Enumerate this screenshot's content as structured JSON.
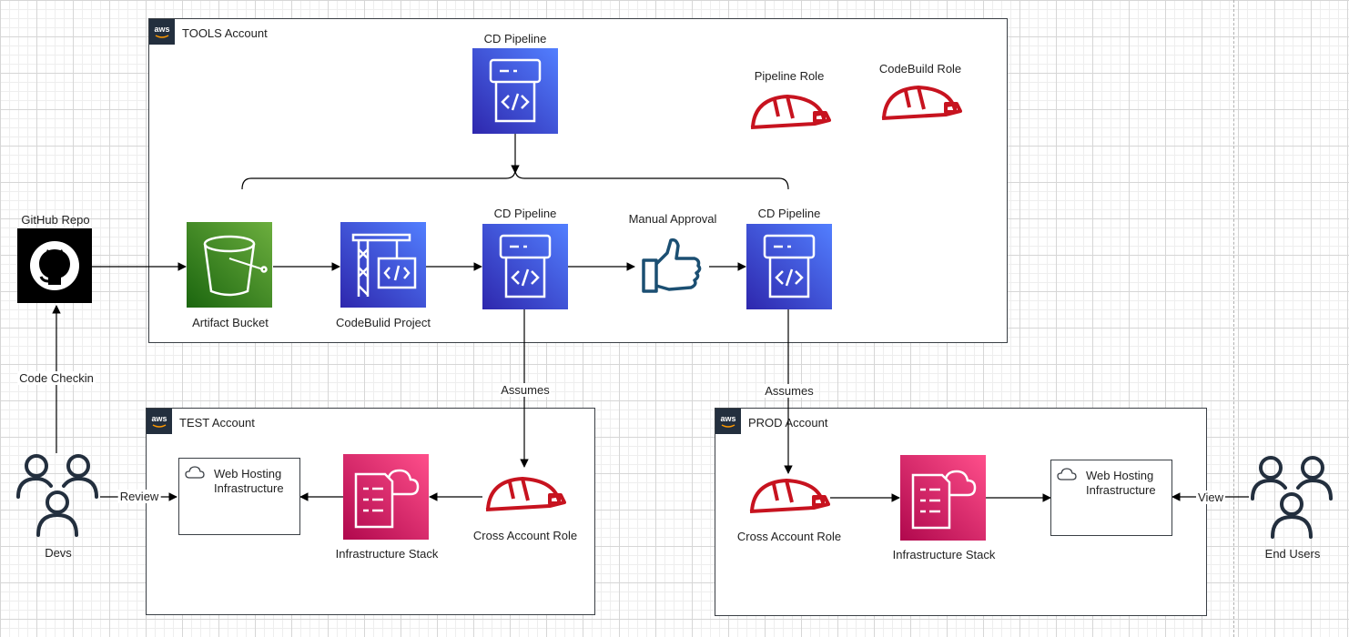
{
  "accounts": {
    "tools": "TOOLS Account",
    "test": "TEST Account",
    "prod": "PROD Account"
  },
  "nodes": {
    "github_repo": "GitHub Repo",
    "code_checkin": "Code Checkin",
    "devs": "Devs",
    "review": "Review",
    "artifact_bucket": "Artifact Bucket",
    "codebuild_project": "CodeBulid Project",
    "cd_pipeline_top": "CD Pipeline",
    "cd_pipeline_test": "CD Pipeline",
    "cd_pipeline_prod": "CD Pipeline",
    "manual_approval": "Manual Approval",
    "pipeline_role": "Pipeline Role",
    "codebuild_role": "CodeBuild Role",
    "assumes_test": "Assumes",
    "assumes_prod": "Assumes",
    "test_web_hosting": "Web Hosting Infrastructure",
    "test_infra_stack": "Infrastructure Stack",
    "test_cross_account_role": "Cross Account Role",
    "prod_cross_account_role": "Cross Account Role",
    "prod_infra_stack": "Infrastructure Stack",
    "prod_web_hosting": "Web Hosting Infrastructure",
    "view": "View",
    "end_users": "End Users"
  },
  "icons": {
    "aws_logo": "aws-logo-icon",
    "github": "github-icon",
    "s3_bucket": "s3-bucket-icon",
    "codebuild": "codebuild-icon",
    "codepipeline": "codepipeline-icon",
    "approval": "thumbs-up-icon",
    "iam_role": "hard-hat-role-icon",
    "cloudformation": "cloudformation-stack-icon",
    "cloud": "cloud-icon",
    "users": "users-group-icon"
  },
  "colors": {
    "s3": "#3f8624",
    "codepipeline": "#3b48cc",
    "cloudformation": "#e7157b",
    "iam_role": "#c7131f",
    "approval": "#1b4f72",
    "account_border": "#3a3f45"
  }
}
